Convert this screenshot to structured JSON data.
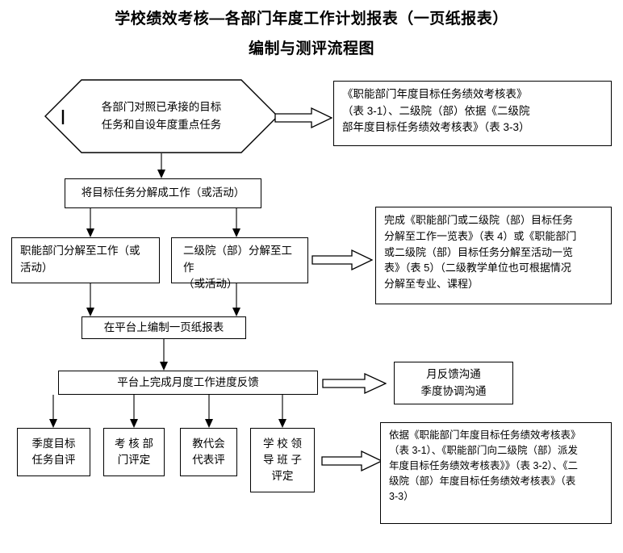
{
  "title": {
    "line1": "学校绩效考核—各部门年度工作计划报表（一页纸报表）",
    "line2": "编制与测评流程图"
  },
  "nodes": {
    "start_hexagon": {
      "shape": "hexagon",
      "line1": "各部门对照已承接的目标",
      "line2": "任务和自设年度重点任务"
    },
    "ref_top": {
      "shape": "rect",
      "line1": "《职能部门年度目标任务绩效考核表》",
      "line2": "（表 3-1）、二级院（部）依据《二级院",
      "line3": "部年度目标任务绩效考核表》（表 3-3）"
    },
    "decompose": {
      "shape": "rect",
      "text": "将目标任务分解成工作（或活动）"
    },
    "dept_decompose": {
      "shape": "rect",
      "line1": "职能部门分解至工作（或",
      "line2": "活动）"
    },
    "college_decompose": {
      "shape": "rect",
      "line1": "二级院（部）分解至工作",
      "line2": "（或活动）"
    },
    "ref_middle": {
      "shape": "rect",
      "line1": "完成《职能部门或二级院（部）目标任务",
      "line2": "分解至工作一览表》（表 4）或《职能部门",
      "line3": "或二级院（部）目标任务分解至活动一览",
      "line4": "表》（表 5）（二级教学单位也可根据情况",
      "line5": "分解至专业、课程）"
    },
    "platform_report": {
      "shape": "rect",
      "text": "在平台上编制一页纸报表"
    },
    "monthly_feedback": {
      "shape": "rect",
      "text": "平台上完成月度工作进度反馈"
    },
    "communication": {
      "shape": "rect",
      "line1": "月反馈沟通",
      "line2": "季度协调沟通"
    },
    "eval_self": {
      "shape": "rect",
      "line1": "季度目标",
      "line2": "任务自评"
    },
    "eval_dept": {
      "shape": "rect",
      "line1": "考 核 部",
      "line2": "门评定"
    },
    "eval_congress": {
      "shape": "rect",
      "line1": "教代会",
      "line2": "代表评"
    },
    "eval_leaders": {
      "shape": "rect",
      "line1": "学 校 领",
      "line2": "导 班 子",
      "line3": "评定"
    },
    "ref_bottom": {
      "shape": "rect",
      "line1": "依据《职能部门年度目标任务绩效考核表》",
      "line2": "（表 3-1）、《职能部门向二级院（部）派发",
      "line3": "年度目标任务绩效考核表》》（表 3-2）、《二",
      "line4": "级院（部）年度目标任务绩效考核表》（表",
      "line5": "3-3）"
    }
  },
  "connectors": [
    {
      "name": "hexagon-to-ref-top",
      "type": "block-arrow",
      "direction": "right"
    },
    {
      "name": "hexagon-to-decompose",
      "type": "line-arrow",
      "direction": "down"
    },
    {
      "name": "decompose-to-dept",
      "type": "line-arrow",
      "direction": "down"
    },
    {
      "name": "decompose-to-college",
      "type": "line-arrow",
      "direction": "down"
    },
    {
      "name": "college-to-ref-middle",
      "type": "block-arrow",
      "direction": "right"
    },
    {
      "name": "dept-to-platform-report",
      "type": "line-arrow",
      "direction": "down"
    },
    {
      "name": "college-to-platform-report",
      "type": "line-arrow",
      "direction": "down"
    },
    {
      "name": "platform-report-to-feedback",
      "type": "line-arrow",
      "direction": "down"
    },
    {
      "name": "feedback-to-communication",
      "type": "block-arrow",
      "direction": "right"
    },
    {
      "name": "feedback-to-eval-self",
      "type": "line-arrow",
      "direction": "down"
    },
    {
      "name": "feedback-to-eval-dept",
      "type": "line-arrow",
      "direction": "down"
    },
    {
      "name": "feedback-to-eval-congress",
      "type": "line-arrow",
      "direction": "down"
    },
    {
      "name": "feedback-to-eval-leaders",
      "type": "line-arrow",
      "direction": "down"
    },
    {
      "name": "eval-leaders-to-ref-bottom",
      "type": "block-arrow",
      "direction": "right"
    }
  ],
  "colors": {
    "stroke": "#000000",
    "background": "#ffffff",
    "text": "#000000",
    "connector_line": "#4d4d4d"
  }
}
